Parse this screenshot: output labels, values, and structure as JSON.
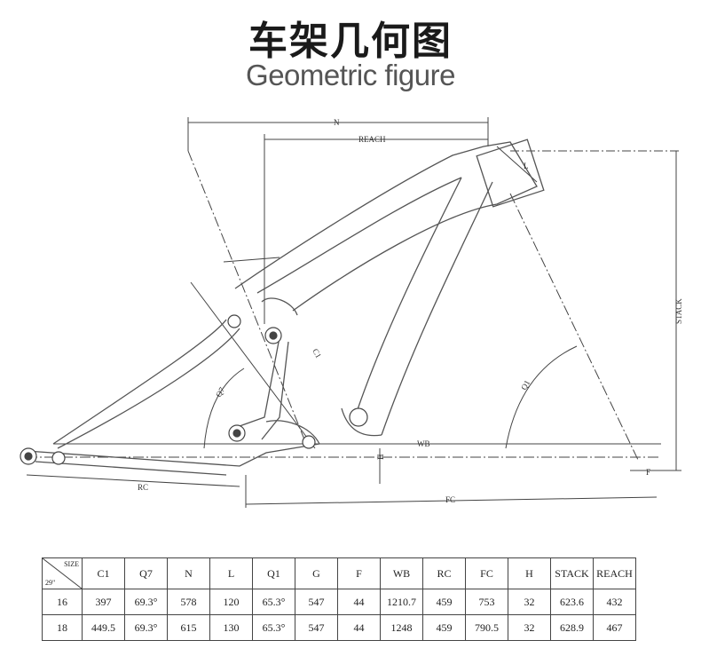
{
  "title": {
    "cn": "车架几何图",
    "en": "Geometric figure"
  },
  "diagram": {
    "labels": {
      "n": "N",
      "reach": "REACH",
      "stack": "STACK",
      "l": "L",
      "c1": "C1",
      "q7": "Q7",
      "q1": "Q1",
      "h": "H",
      "wb": "WB",
      "rc": "RC",
      "fc": "FC",
      "f": "F"
    }
  },
  "table": {
    "corner_size": "SIZE",
    "corner_wheel": "29\"",
    "headers": [
      "C1",
      "Q7",
      "N",
      "L",
      "Q1",
      "G",
      "F",
      "WB",
      "RC",
      "FC",
      "H",
      "STACK",
      "REACH"
    ],
    "rows": [
      {
        "size": "16",
        "cells": [
          "397",
          "69.3°",
          "578",
          "120",
          "65.3°",
          "547",
          "44",
          "1210.7",
          "459",
          "753",
          "32",
          "623.6",
          "432"
        ]
      },
      {
        "size": "18",
        "cells": [
          "449.5",
          "69.3°",
          "615",
          "130",
          "65.3°",
          "547",
          "44",
          "1248",
          "459",
          "790.5",
          "32",
          "628.9",
          "467"
        ]
      }
    ]
  }
}
